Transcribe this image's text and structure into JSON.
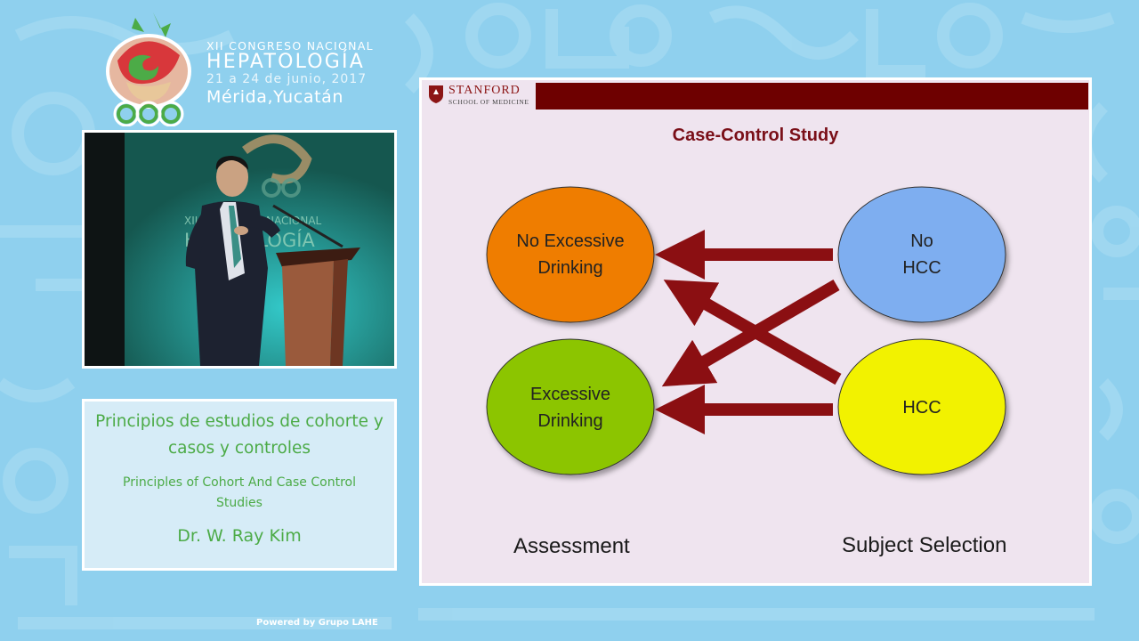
{
  "event": {
    "line1": "XII CONGRESO NACIONAL",
    "line2": "HEPATOLOGÍA",
    "line3": "21 a 24 de junio, 2017",
    "line4": "Mérida,Yucatán"
  },
  "video": {
    "backdrop_line1": "XII CONGRESO NACIONAL",
    "backdrop_line2": "HEPATOLOGÍA"
  },
  "talk": {
    "title_es": "Principios de estudios de cohorte y casos y controles",
    "title_en": "Principles of Cohort And Case Control Studies",
    "speaker": "Dr. W. Ray Kim"
  },
  "footer": {
    "powered": "Powered by Grupo LAHE"
  },
  "slide": {
    "brand_name": "STANFORD",
    "brand_sub": "SCHOOL OF MEDICINE",
    "title": "Case-Control Study",
    "circles": {
      "no_excessive": {
        "line1": "No Excessive",
        "line2": "Drinking",
        "color": "#ef7d00"
      },
      "excessive": {
        "line1": "Excessive",
        "line2": "Drinking",
        "color": "#8cc500"
      },
      "no_hcc": {
        "line1": "No",
        "line2": "HCC",
        "color": "#7eaef0"
      },
      "hcc": {
        "line1": "HCC",
        "line2": "",
        "color": "#f2f200"
      }
    },
    "arrow_color": "#8b0f12",
    "bottom_left": "Assessment",
    "bottom_right": "Subject Selection"
  },
  "colors": {
    "background": "#8fd0ee",
    "info_text": "#4cab47",
    "stanford_bar": "#6e0000"
  }
}
